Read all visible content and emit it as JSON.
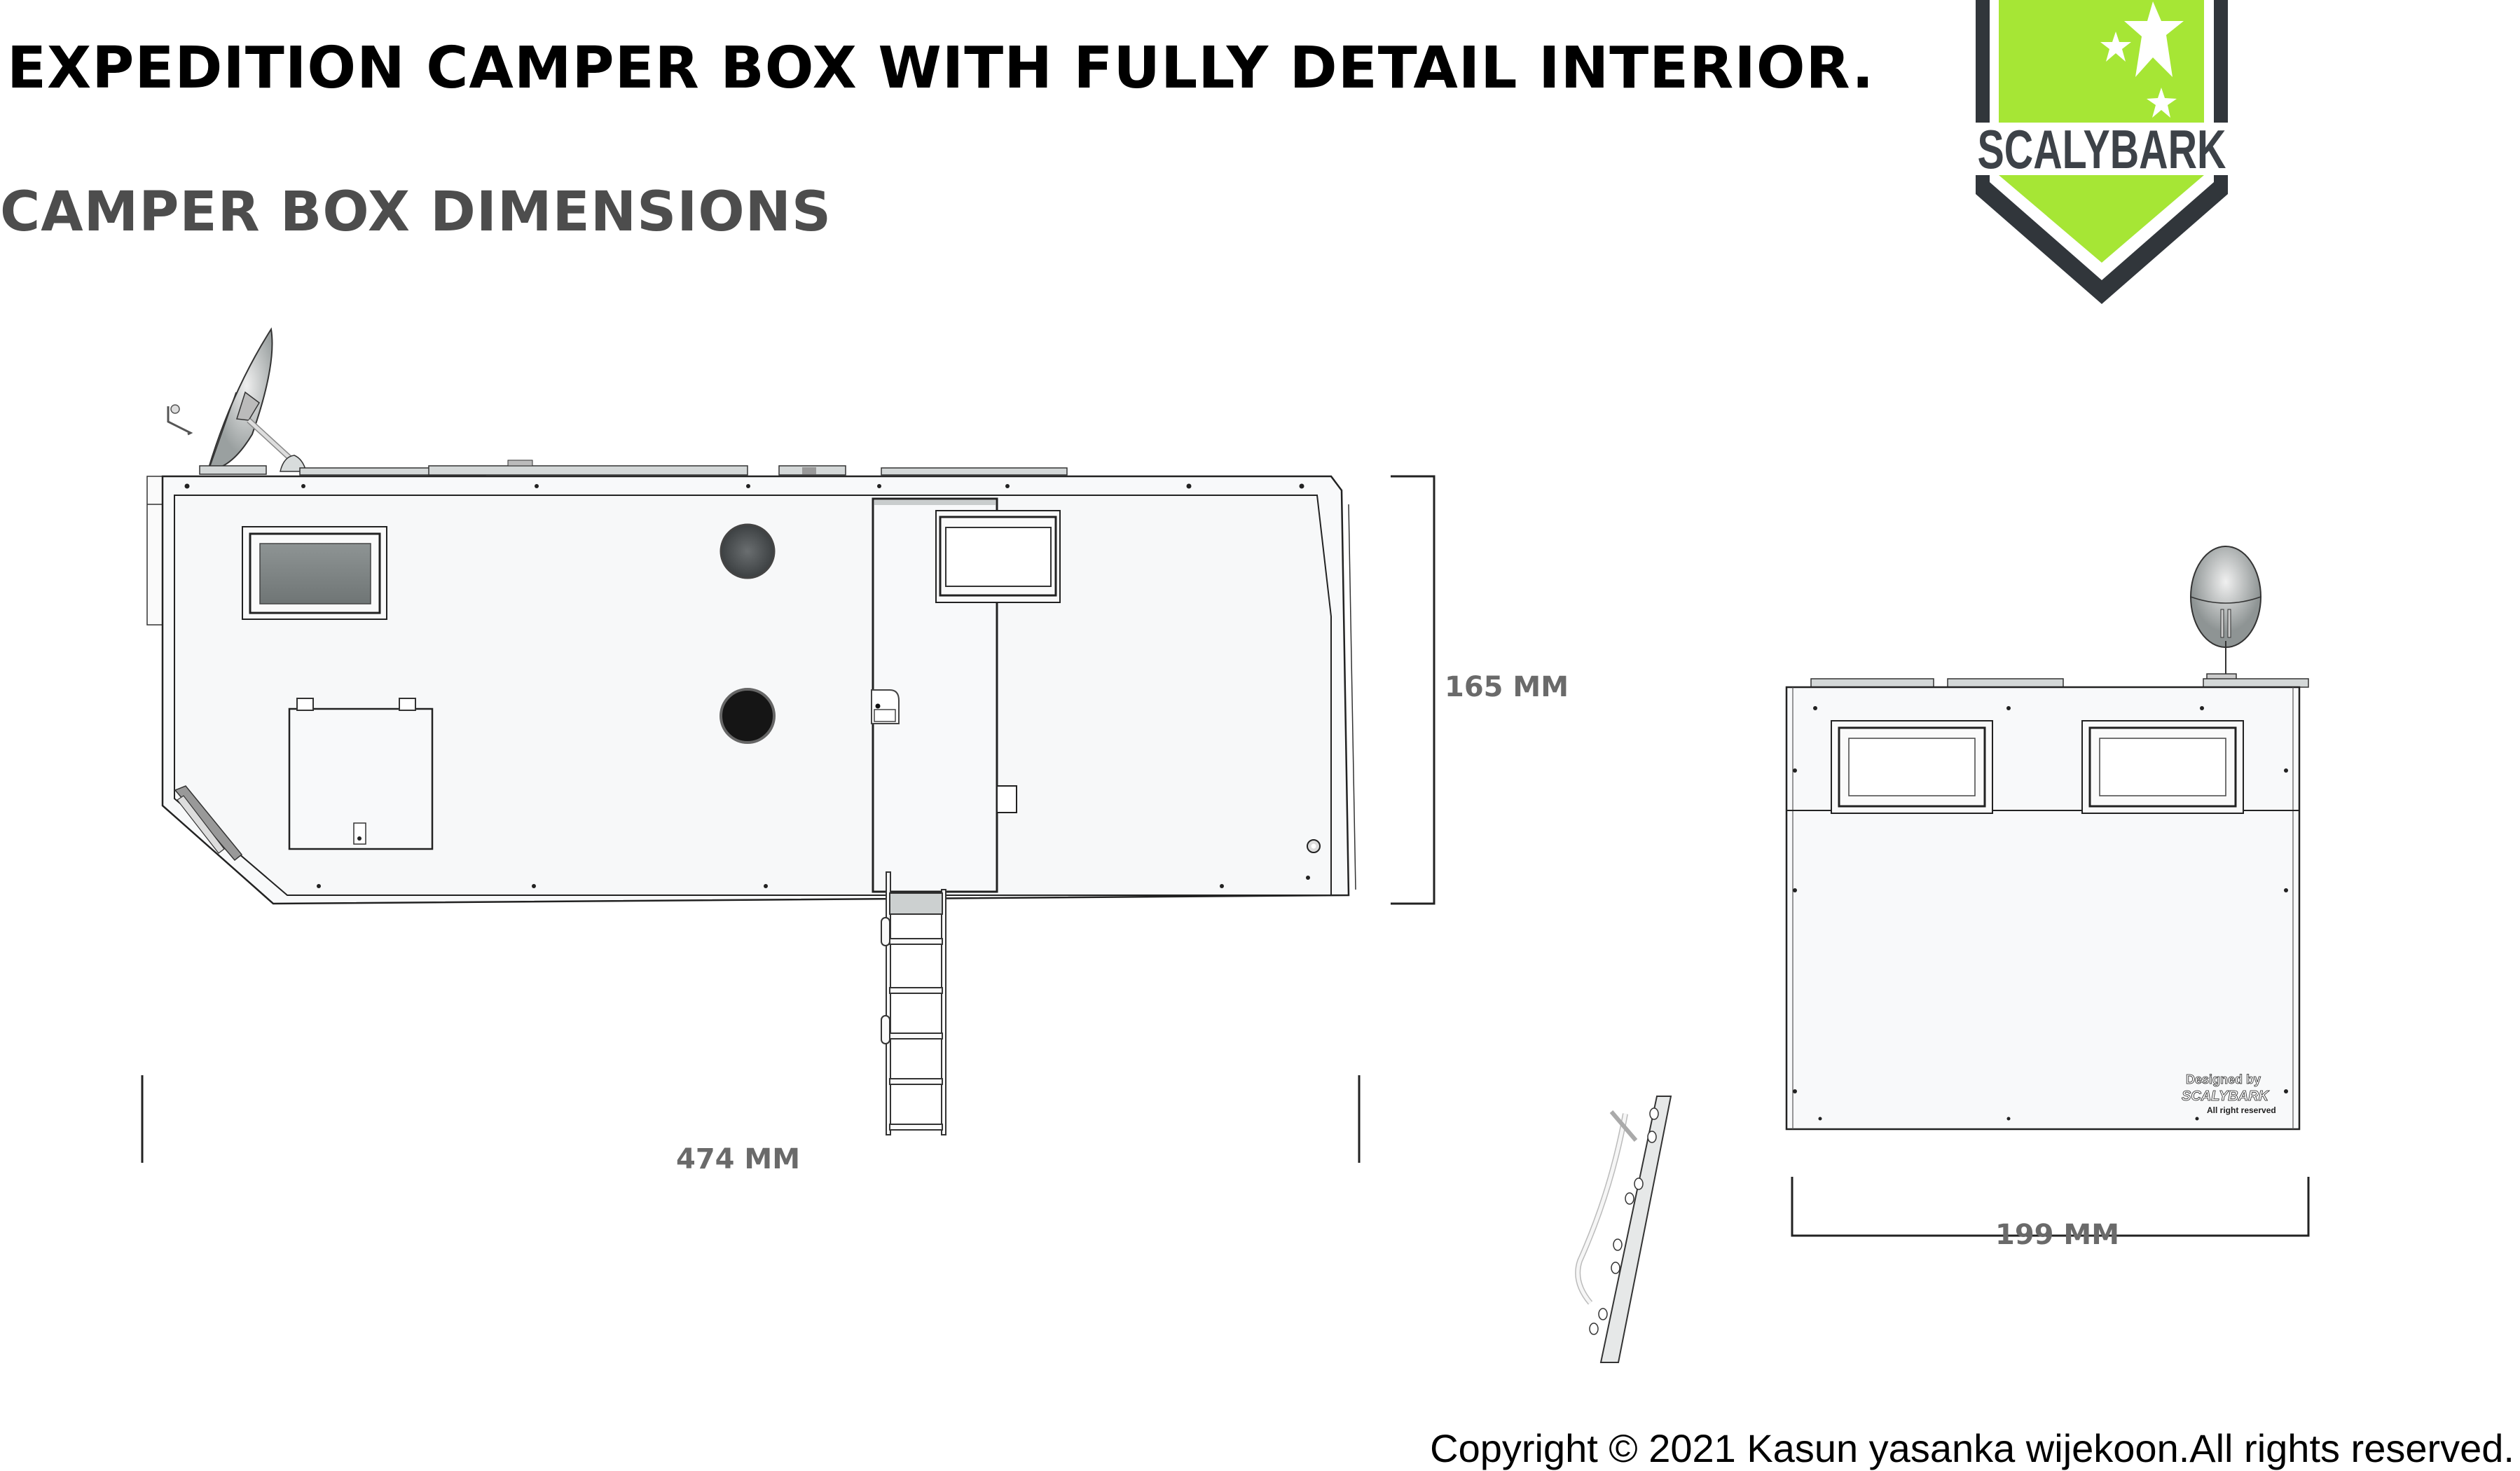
{
  "header": {
    "title": "EXPEDITION CAMPER BOX WITH FULLY DETAIL INTERIOR.",
    "subtitle": "CAMPER BOX DIMENSIONS"
  },
  "logo": {
    "brand": "SCALYBARK",
    "icon": "star-cluster-shield-icon",
    "colors": {
      "green": "#a6e635",
      "dark": "#31363b",
      "text": "#3d4248"
    }
  },
  "side_view": {
    "label": "side-elevation",
    "height_dimension": "165 MM",
    "length_dimension": "474 MM",
    "features": [
      "satellite-dish",
      "roof-rails",
      "front-window-tinted",
      "porthole-upper",
      "porthole-lower",
      "storage-hatch",
      "entry-door",
      "rear-window",
      "ladder"
    ]
  },
  "rear_view": {
    "label": "rear-elevation",
    "width_dimension": "199 MM",
    "features": [
      "satellite-dish",
      "rear-window-left",
      "rear-window-right",
      "angled-ladder"
    ],
    "plate": {
      "line1": "Designed by",
      "line2": "SCALYBARK",
      "line3": "All right reserved"
    }
  },
  "footer": {
    "copyright": "Copyright © 2021 Kasun yasanka wijekoon.All rights reserved."
  }
}
